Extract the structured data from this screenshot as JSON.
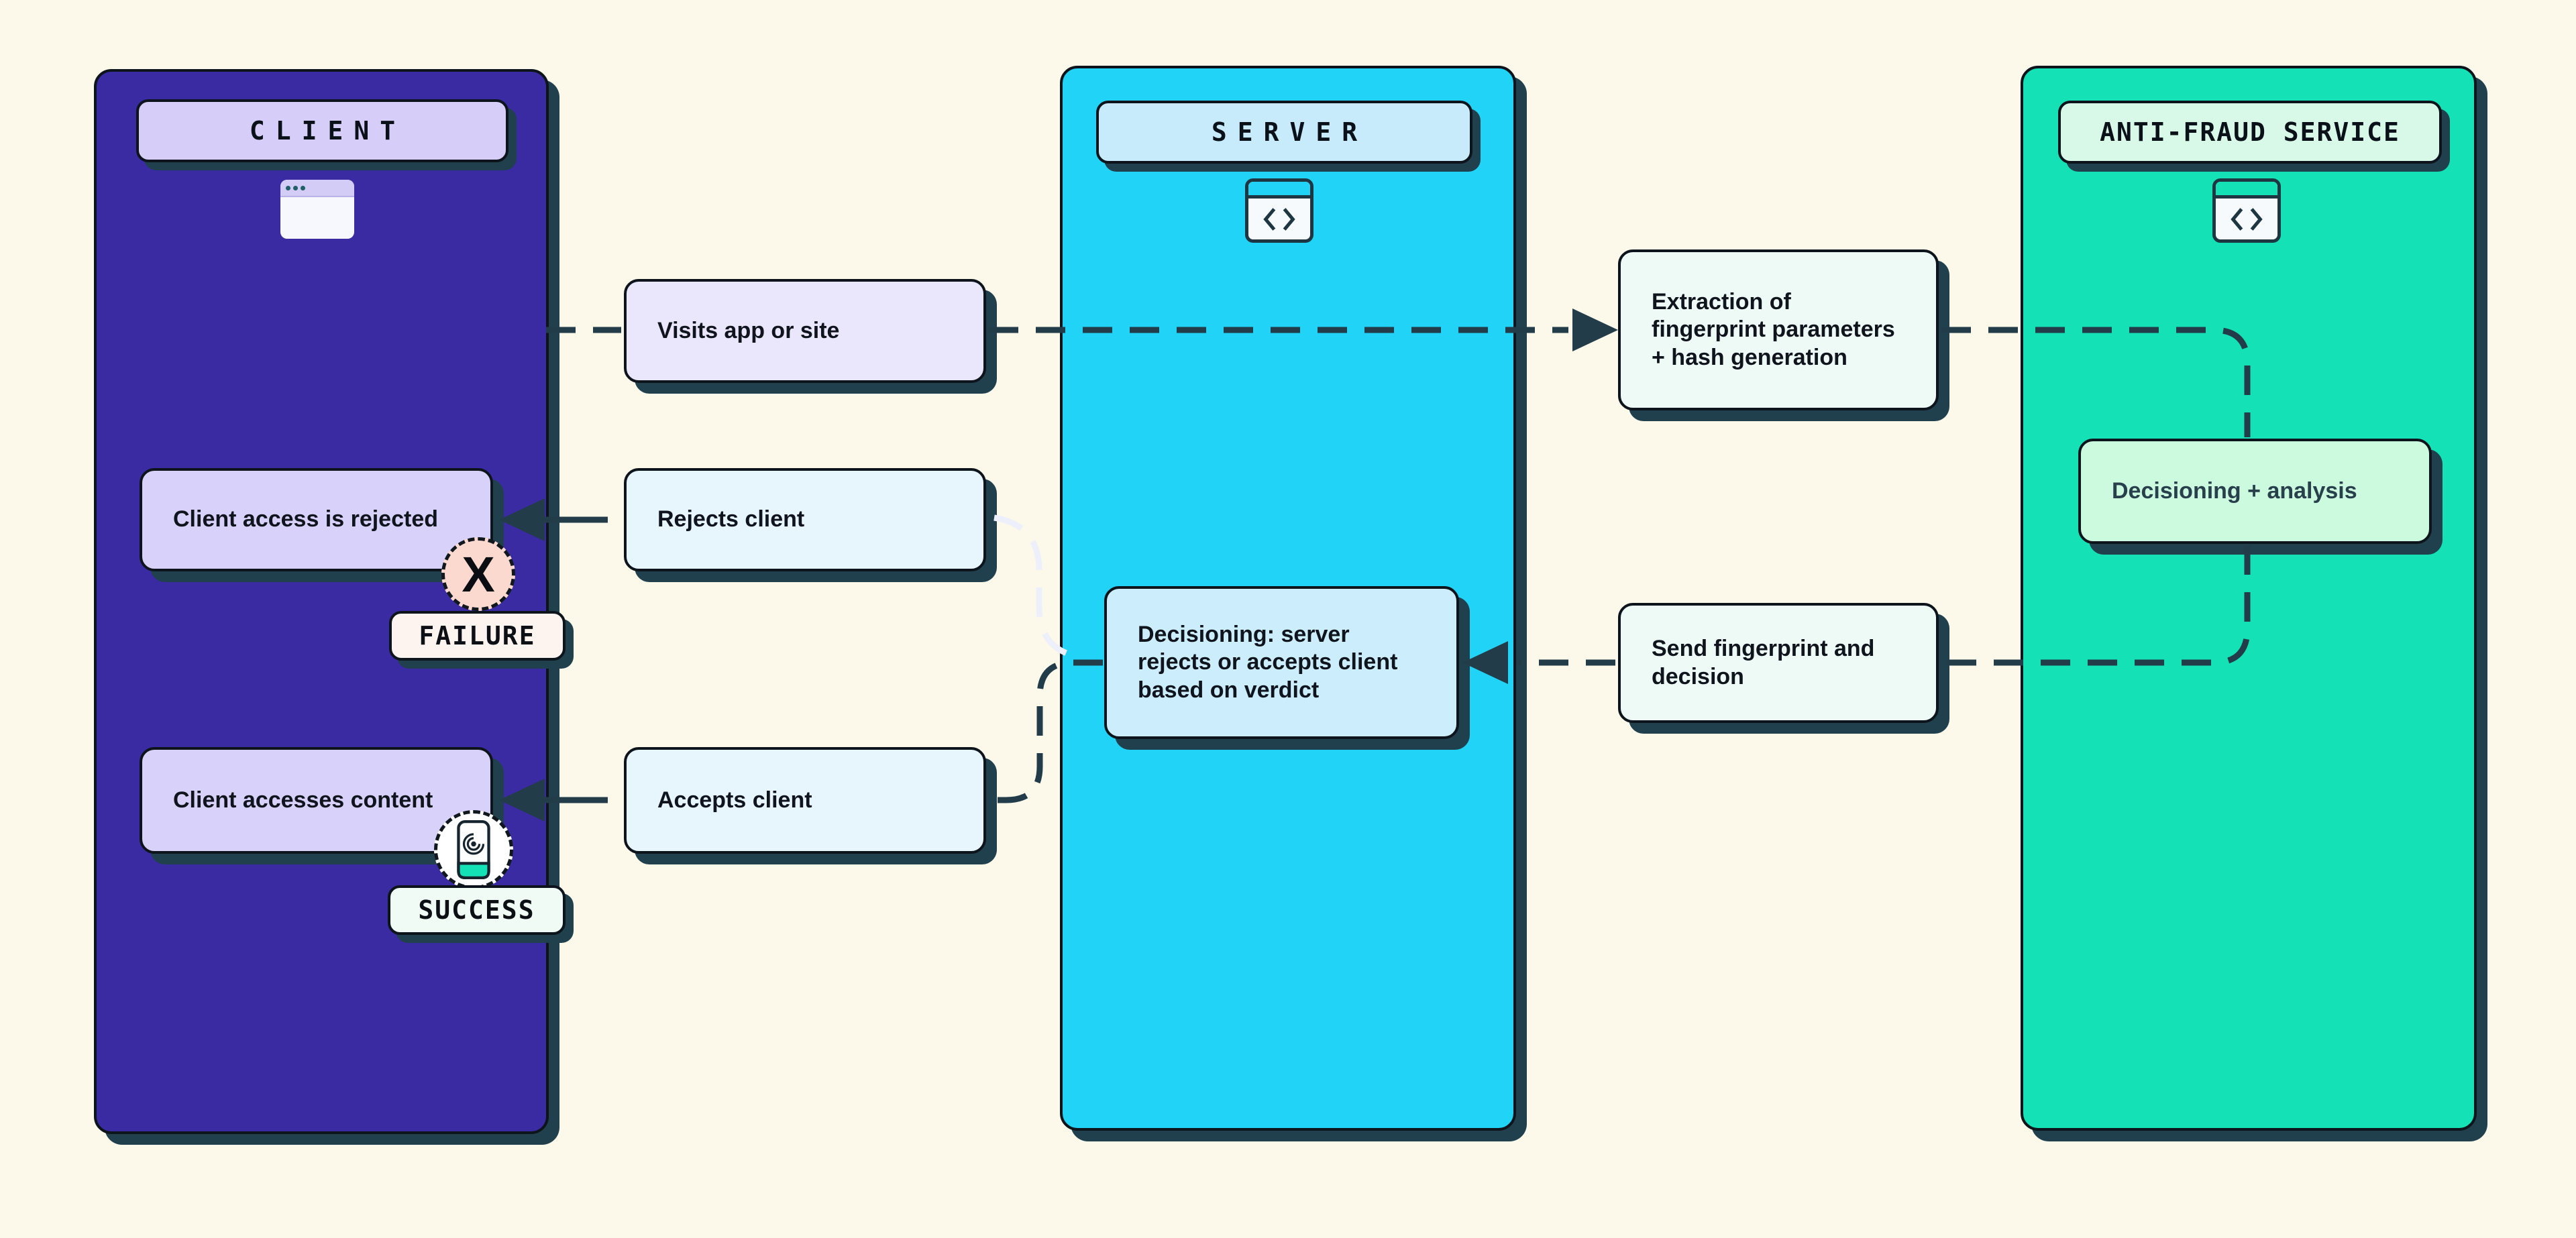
{
  "columns": [
    {
      "title": "CLIENT"
    },
    {
      "title": "SERVER"
    },
    {
      "title": "ANTI-FRAUD SERVICE"
    }
  ],
  "nodes": {
    "visits": {
      "label": "Visits app or site"
    },
    "client_rejected": {
      "label": "Client access is rejected"
    },
    "rejects": {
      "label": "Rejects client"
    },
    "decisioning_server": {
      "label": "Decisioning: server\nrejects or accepts client\nbased on verdict"
    },
    "client_accesses": {
      "label": "Client accesses content"
    },
    "accepts": {
      "label": "Accepts client"
    },
    "extraction": {
      "label": "Extraction of\nfingerprint parameters\n+ hash generation"
    },
    "send": {
      "label": "Send fingerprint and\ndecision"
    },
    "decisioning_analysis": {
      "label": "Decisioning + analysis"
    }
  },
  "badges": {
    "failure": {
      "label": "FAILURE"
    },
    "success": {
      "label": "SUCCESS"
    },
    "reject_mark": {
      "label": "X"
    }
  },
  "icons": {
    "client": "browser-window-icon",
    "server": "code-window-icon",
    "antifraud": "code-window-icon",
    "failure": "x-mark-icon",
    "success": "fingerprint-icon"
  },
  "colors": {
    "bg": "#FCF9EA",
    "ink": "#0D141B",
    "shadow": "#21404E",
    "line": "#223C4A",
    "line-light": "#EDEFFA",
    "col-client": "#3A2BA2",
    "col-server": "#22D3F8",
    "col-af": "#14E2B6",
    "pill-client": "#D6CEF9",
    "pill-server": "#C8EBFB",
    "pill-af": "#D8F9E7",
    "node-lav-light": "#EAE7FD",
    "node-lav": "#D8D1F9",
    "node-blue-pale": "#E7F5FD",
    "node-blue": "#CCEEFC",
    "node-mint-pale": "#EDFAF5",
    "node-mint": "#CBFADF",
    "badge-failure": "#FDF3EF",
    "badge-success": "#EFFBF4",
    "x-circle": "#FCD9CF",
    "text": "#10141C",
    "text-teal-box": "#28404C"
  }
}
